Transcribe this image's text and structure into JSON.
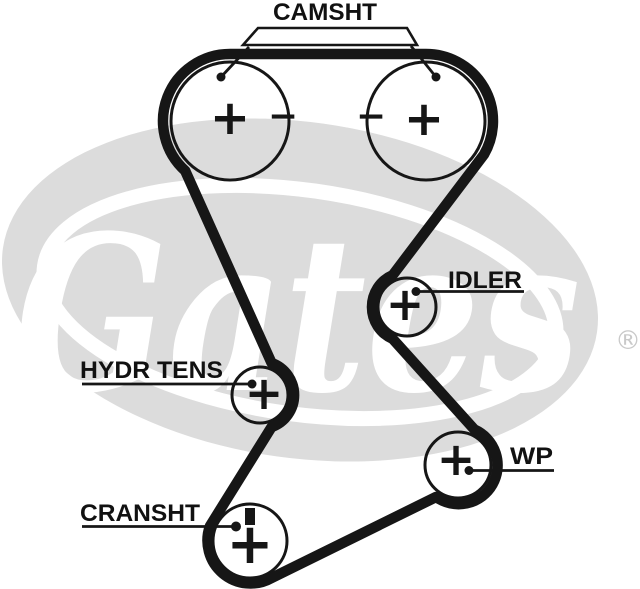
{
  "diagram": {
    "labels": {
      "camshaft": "CAMSHT",
      "idler": "IDLER",
      "hydraulic_tensioner": "HYDR TENS",
      "water_pump": "WP",
      "crankshaft": "CRANSHT"
    },
    "pulleys": {
      "camshaft_left": [
        "+",
        "−"
      ],
      "camshaft_right": [
        "−",
        "+"
      ],
      "idler": [
        "+"
      ],
      "hydraulic_tensioner": [
        "+"
      ],
      "water_pump": [
        "+"
      ],
      "crankshaft": [
        "+"
      ]
    },
    "watermark": {
      "brand": "Gates",
      "registered_mark": "®"
    },
    "colors": {
      "background": "#ffffff",
      "line_art": "#161616",
      "watermark_gray": "#dcdcdc"
    }
  }
}
